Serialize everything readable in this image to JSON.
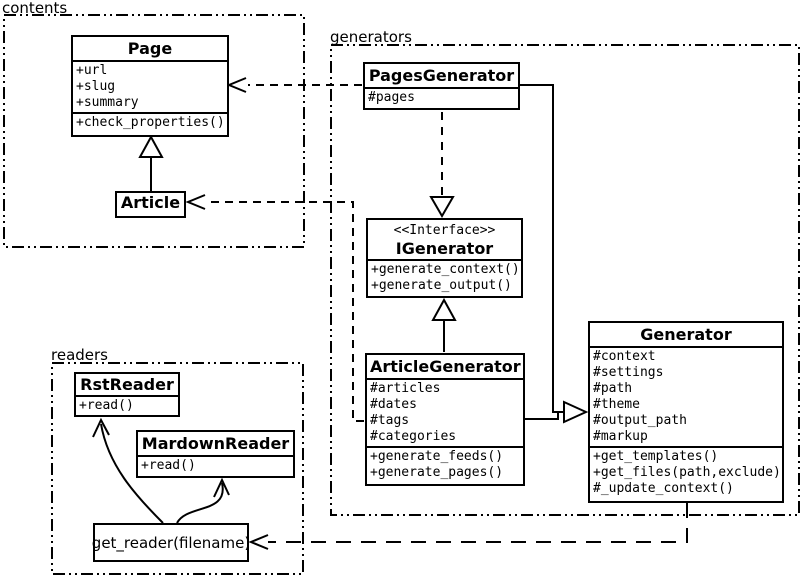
{
  "packages": {
    "contents": {
      "label": "contents"
    },
    "generators": {
      "label": "generators"
    },
    "readers": {
      "label": "readers"
    }
  },
  "classes": {
    "page": {
      "title": "Page",
      "attrs": [
        "+url",
        "+slug",
        "+summary"
      ],
      "methods": [
        "+check_properties()"
      ]
    },
    "article": {
      "title": "Article"
    },
    "pagesGenerator": {
      "title": "PagesGenerator",
      "attrs": [
        "#pages"
      ]
    },
    "igenerator": {
      "stereotype": "<<Interface>>",
      "title": "IGenerator",
      "methods": [
        "+generate_context()",
        "+generate_output()"
      ]
    },
    "articleGenerator": {
      "title": "ArticleGenerator",
      "attrs": [
        "#articles",
        "#dates",
        "#tags",
        "#categories"
      ],
      "methods": [
        "+generate_feeds()",
        "+generate_pages()"
      ]
    },
    "generator": {
      "title": "Generator",
      "attrs": [
        "#context",
        "#settings",
        "#path",
        "#theme",
        "#output_path",
        "#markup"
      ],
      "methods": [
        "+get_templates()",
        "+get_files(path,exclude)",
        "#_update_context()"
      ]
    },
    "rstReader": {
      "title": "RstReader",
      "methods": [
        "+read()"
      ]
    },
    "mardownReader": {
      "title": "MardownReader",
      "methods": [
        "+read()"
      ]
    },
    "getReader": {
      "label": "get_reader(filename)"
    }
  },
  "relations": [
    {
      "from": "Article",
      "to": "Page",
      "type": "generalization"
    },
    {
      "from": "PagesGenerator",
      "to": "IGenerator",
      "type": "realization-dashed"
    },
    {
      "from": "ArticleGenerator",
      "to": "IGenerator",
      "type": "generalization"
    },
    {
      "from": "PagesGenerator",
      "to": "Generator",
      "type": "generalization"
    },
    {
      "from": "ArticleGenerator",
      "to": "Generator",
      "type": "generalization"
    },
    {
      "from": "PagesGenerator",
      "to": "Page",
      "type": "dependency-dashed"
    },
    {
      "from": "ArticleGenerator",
      "to": "Article",
      "type": "dependency-dashed"
    },
    {
      "from": "Generator",
      "to": "get_reader(filename)",
      "type": "dependency-dashed"
    },
    {
      "from": "get_reader(filename)",
      "to": "RstReader",
      "type": "curved-arrow"
    },
    {
      "from": "get_reader(filename)",
      "to": "MardownReader",
      "type": "curved-arrow"
    }
  ],
  "colors": {
    "line": "#000000",
    "background": "#ffffff"
  }
}
